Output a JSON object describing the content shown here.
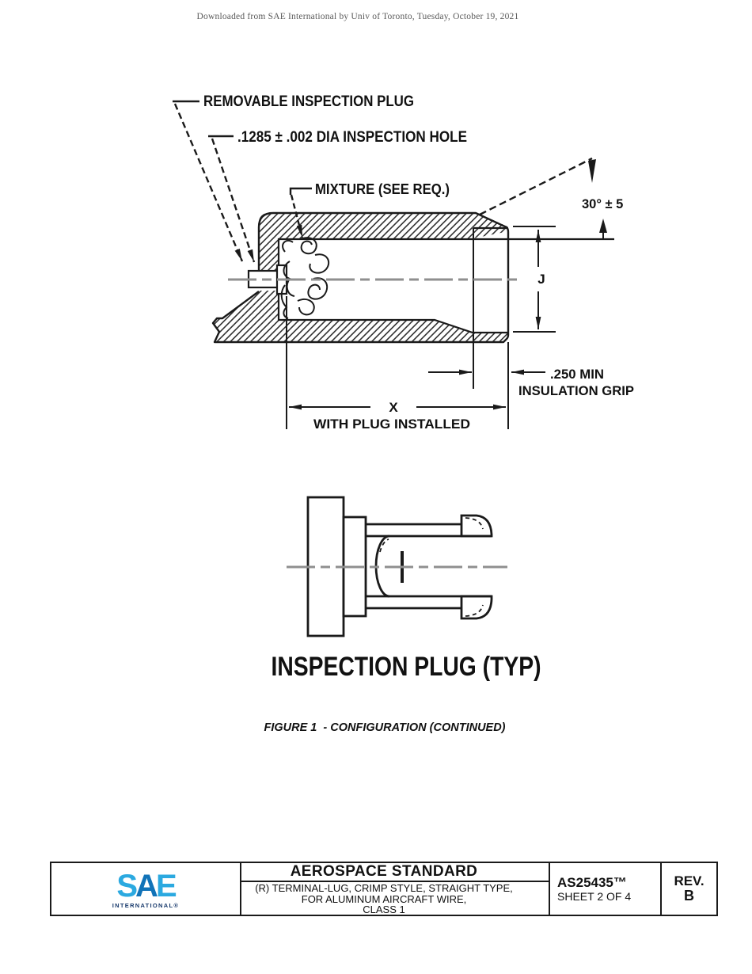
{
  "header": {
    "note": "Downloaded from SAE International by Univ of Toronto, Tuesday, October 19, 2021"
  },
  "figure1": {
    "callout_removable_plug": "REMOVABLE INSPECTION PLUG",
    "callout_inspection_hole": ".1285 ± .002 DIA INSPECTION HOLE",
    "callout_mixture": "MIXTURE (SEE REQ.)",
    "dim_angle": "30° ± 5",
    "dim_j": "J",
    "dim_insulation_value": ".250 MIN",
    "dim_insulation_label": "INSULATION GRIP",
    "dim_x": "X",
    "dim_x_note": "WITH PLUG INSTALLED",
    "subfigure_title": "INSPECTION PLUG (TYP)",
    "caption": "FIGURE 1  - CONFIGURATION (CONTINUED)"
  },
  "footer": {
    "logo_s": "S",
    "logo_a": "A",
    "logo_e": "E",
    "logo_subtext": "INTERNATIONAL®",
    "colors": {
      "logo_light_blue": "#2ba9e0",
      "logo_mid_blue": "#1173b8",
      "logo_navy": "#17396b"
    },
    "standard_type": "AEROSPACE STANDARD",
    "title_lines": [
      "(R) TERMINAL-LUG, CRIMP STYLE, STRAIGHT TYPE,",
      "FOR ALUMINUM AIRCRAFT WIRE,",
      "CLASS 1"
    ],
    "document_number": "AS25435™",
    "sheet_info": "SHEET 2 OF 4",
    "rev_label": "REV.",
    "rev_value": "B"
  }
}
